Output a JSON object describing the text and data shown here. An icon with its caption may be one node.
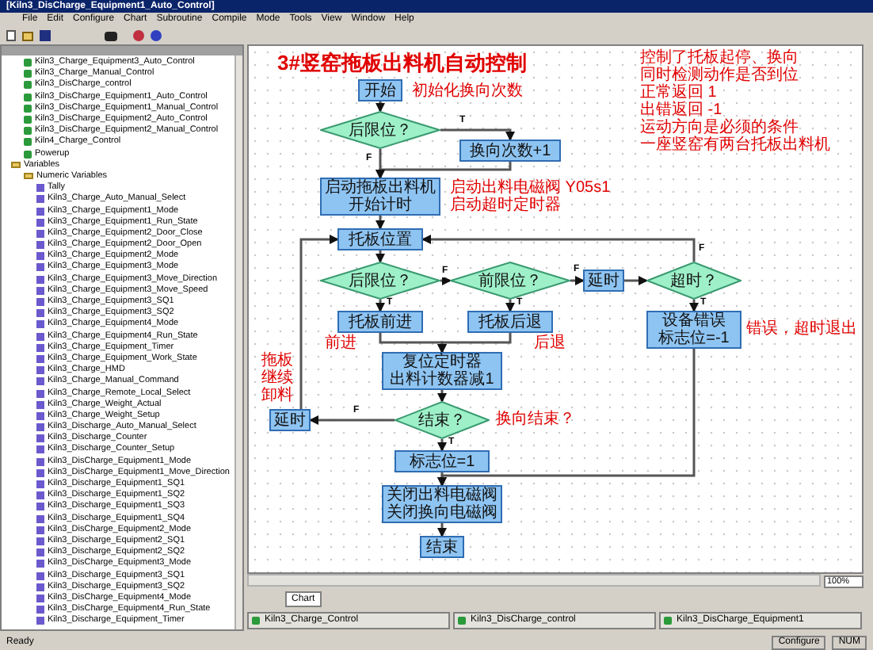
{
  "diagram": {
    "title": "3#竖窑拖板出料机自动控制",
    "nodes": [
      {
        "text": [
          "开始"
        ],
        "beside": [
          "初始化换向次数"
        ]
      },
      {
        "text": [
          "后限位？"
        ]
      },
      {
        "text": [
          "换向次数+1"
        ]
      },
      {
        "text": [
          "启动拖板出料机",
          "开始计时"
        ],
        "beside": [
          "启动出料电磁阀 Y05s1",
          "启动超时定时器"
        ]
      },
      {
        "text": [
          "托板位置"
        ]
      },
      {
        "text": [
          "后限位？"
        ]
      },
      {
        "text": [
          "前限位？"
        ]
      },
      {
        "text": [
          "延时"
        ]
      },
      {
        "text": [
          "超时？"
        ]
      },
      {
        "text": [
          "托板前进"
        ],
        "beside": [
          "前进"
        ]
      },
      {
        "text": [
          "托板后退"
        ],
        "beside": [
          "后退"
        ]
      },
      {
        "text": [
          "设备错误",
          "标志位=-1"
        ],
        "beside": [
          "错误，超时退出"
        ]
      },
      {
        "text": [
          "复位定时器",
          "出料计数器减1"
        ]
      },
      {
        "text": [
          "结束？"
        ],
        "beside": [
          "换向结束？"
        ]
      },
      {
        "text": [
          "延时"
        ],
        "beside": [
          "拖板继续卸料"
        ]
      },
      {
        "text": [
          "标志位=1"
        ]
      },
      {
        "text": [
          "关闭出料电磁阀",
          "关闭换向电磁阀"
        ]
      },
      {
        "text": [
          "结束"
        ]
      }
    ],
    "edges": [
      {
        "from": 0,
        "to": 1,
        "arrow": "to"
      },
      {
        "from": 1,
        "to": 2,
        "arrow": "to",
        "label": "T"
      },
      {
        "from": 1,
        "to": 3,
        "arrow": "to",
        "label": "F"
      },
      {
        "from": 2,
        "to": 3,
        "arrow": "to"
      },
      {
        "from": 3,
        "to": 4,
        "arrow": "to"
      },
      {
        "from": 4,
        "to": 5,
        "arrow": "to"
      },
      {
        "from": 5,
        "to": 6,
        "arrow": "to",
        "label": "F"
      },
      {
        "from": 5,
        "to": 9,
        "arrow": "to",
        "label": "T"
      },
      {
        "from": 6,
        "to": 7,
        "arrow": "to",
        "label": "F"
      },
      {
        "from": 6,
        "to": 10,
        "arrow": "to",
        "label": "T"
      },
      {
        "from": 7,
        "to": 8,
        "arrow": "to"
      },
      {
        "from": 8,
        "to": 4,
        "arrow": "to",
        "label": "F"
      },
      {
        "from": 8,
        "to": 11,
        "arrow": "to",
        "label": "T"
      },
      {
        "from": 9,
        "to": 12,
        "arrow": "to"
      },
      {
        "from": 10,
        "to": 12,
        "arrow": "to"
      },
      {
        "from": 12,
        "to": 13,
        "arrow": "to"
      },
      {
        "from": 13,
        "to": 14,
        "arrow": "to",
        "label": "F"
      },
      {
        "from": 14,
        "to": 4,
        "arrow": "to"
      },
      {
        "from": 13,
        "to": 15,
        "arrow": "to",
        "label": "T"
      },
      {
        "from": 11,
        "to": 16,
        "arrow": "to"
      },
      {
        "from": 15,
        "to": 16,
        "arrow": "to"
      },
      {
        "from": 16,
        "to": 17,
        "arrow": "to"
      }
    ],
    "labels": [
      "[Kiln3_DisCharge_Equipment1_Auto_Control]",
      "File",
      "Edit",
      "Configure",
      "Chart",
      "Subroutine",
      "Compile",
      "Mode",
      "Tools",
      "View",
      "Window",
      "Help",
      "Kiln3_Charge_Equipment3_Auto_Control",
      "Kiln3_Charge_Manual_Control",
      "Kiln3_DisCharge_control",
      "Kiln3_DisCharge_Equipment1_Auto_Control",
      "Kiln3_DisCharge_Equipment1_Manual_Control",
      "Kiln3_DisCharge_Equipment2_Auto_Control",
      "Kiln3_DisCharge_Equipment2_Manual_Control",
      "Kiln4_Charge_Control",
      "Powerup",
      "Variables",
      "Numeric Variables",
      "Tally",
      "Kiln3_Charge_Auto_Manual_Select",
      "Kiln3_Charge_Equipment1_Mode",
      "Kiln3_Charge_Equipment1_Run_State",
      "Kiln3_Charge_Equipment2_Door_Close",
      "Kiln3_Charge_Equipment2_Door_Open",
      "Kiln3_Charge_Equipment2_Mode",
      "Kiln3_Charge_Equipment3_Mode",
      "Kiln3_Charge_Equipment3_Move_Direction",
      "Kiln3_Charge_Equipment3_Move_Speed",
      "Kiln3_Charge_Equipment3_SQ1",
      "Kiln3_Charge_Equipment3_SQ2",
      "Kiln3_Charge_Equipment4_Mode",
      "Kiln3_Charge_Equipment4_Run_State",
      "Kiln3_Charge_Equipment_Timer",
      "Kiln3_Charge_Equipment_Work_State",
      "Kiln3_Charge_HMD",
      "Kiln3_Charge_Manual_Command",
      "Kiln3_Charge_Remote_Local_Select",
      "Kiln3_Charge_Weight_Actual",
      "Kiln3_Charge_Weight_Setup",
      "Kiln3_Discharge_Auto_Manual_Select",
      "Kiln3_Discharge_Counter",
      "Kiln3_Discharge_Counter_Setup",
      "Kiln3_DisCharge_Equipment1_Mode",
      "Kiln3_DisCharge_Equipment1_Move_Direction",
      "Kiln3_Discharge_Equipment1_SQ1",
      "Kiln3_Discharge_Equipment1_SQ2",
      "Kiln3_Discharge_Equipment1_SQ3",
      "Kiln3_Discharge_Equipment1_SQ4",
      "Kiln3_DisCharge_Equipment2_Mode",
      "Kiln3_Discharge_Equipment2_SQ1",
      "Kiln3_Discharge_Equipment2_SQ2",
      "Kiln3_DisCharge_Equipment3_Mode",
      "Kiln3_Discharge_Equipment3_SQ1",
      "Kiln3_Discharge_Equipment3_SQ2",
      "Kiln3_DisCharge_Equipment4_Mode",
      "Kiln3_DisCharge_Equipment4_Run_State",
      "Kiln3_Discharge_Equipment_Timer",
      "控制了托板起停、换向",
      "同时检测动作是否到位",
      "正常返回 1",
      "出错返回 -1",
      "运动方向是必须的条件",
      "一座竖窑有两台托板出料机",
      "100%",
      "Chart",
      "Kiln3_Charge_Control",
      "Kiln3_DisCharge_control",
      "Kiln3_DisCharge_Equipment1",
      "Ready",
      "Configure",
      "NUM"
    ]
  }
}
